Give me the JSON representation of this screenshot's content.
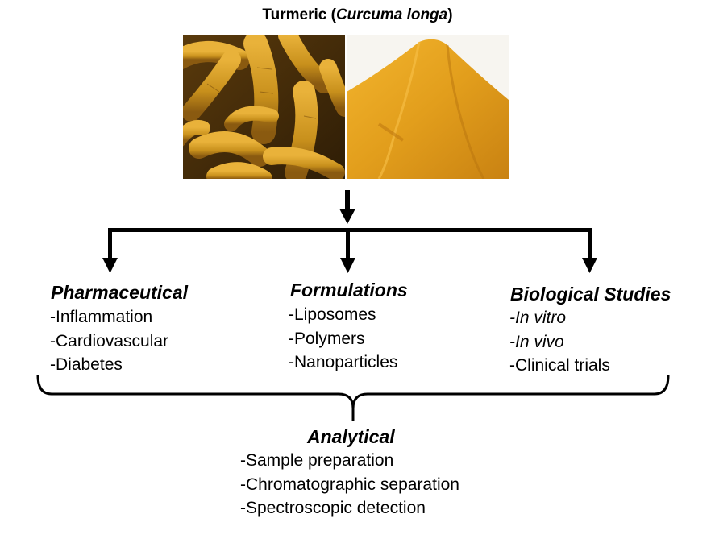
{
  "title": {
    "prefix": "Turmeric (",
    "species": "Curcuma longa",
    "suffix": ")"
  },
  "images": [
    {
      "icon": "turmeric-roots"
    },
    {
      "icon": "turmeric-powder"
    }
  ],
  "categories": [
    {
      "heading": "Pharmaceutical",
      "items": [
        "-Inflammation",
        "-Cardiovascular",
        "-Diabetes"
      ]
    },
    {
      "heading": "Formulations",
      "items": [
        "-Liposomes",
        "-Polymers",
        "-Nanoparticles"
      ]
    },
    {
      "heading": "Biological Studies",
      "items": [
        "-In vitro",
        "-In vivo",
        "-Clinical trials"
      ]
    }
  ],
  "analytical": {
    "heading": "Analytical",
    "items": [
      "-Sample preparation",
      "-Chromatographic separation",
      "-Spectroscopic detection"
    ]
  },
  "colors": {
    "line": "#000000",
    "turmeric_root": "#c8901c",
    "turmeric_powder": "#e0a020"
  }
}
